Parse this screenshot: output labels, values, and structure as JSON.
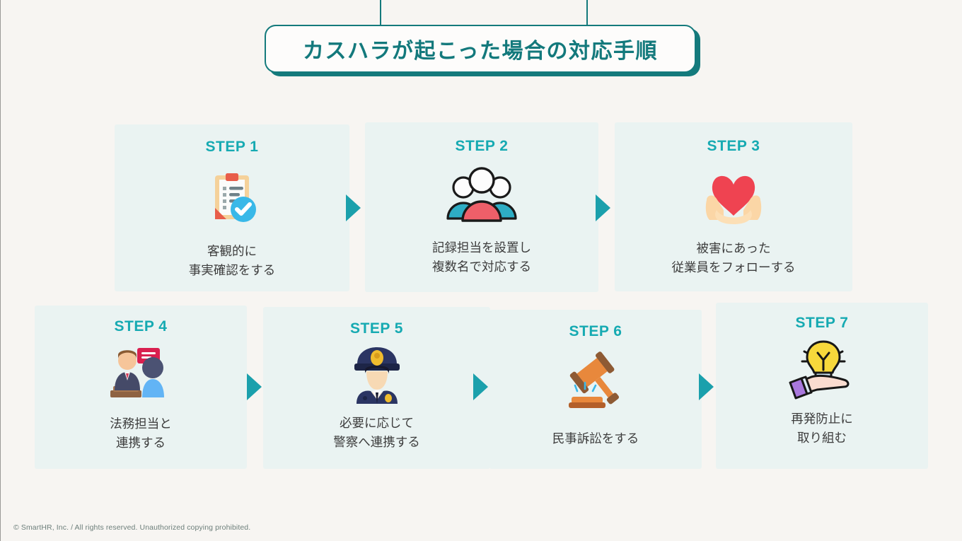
{
  "page": {
    "background_color": "#f7f5f2",
    "footer": "© SmartHR, Inc. / All rights reserved. Unauthorized copying prohibited."
  },
  "banner": {
    "title": "カスハラが起こった場合の対応手順",
    "border_color": "#147a7c",
    "text_color": "#13797c"
  },
  "theme": {
    "card_background": "#eaf3f2",
    "step_label_color": "#16aab2",
    "caption_color": "#3d3d3d",
    "arrow_color": "#1ba0ac"
  },
  "steps": [
    {
      "label": "STEP 1",
      "icon": "clipboard-check-icon",
      "caption": "客観的に\n事実確認をする"
    },
    {
      "label": "STEP 2",
      "icon": "people-group-icon",
      "caption": "記録担当を設置し\n複数名で対応する"
    },
    {
      "label": "STEP 3",
      "icon": "heart-in-hands-icon",
      "caption": "被害にあった\n従業員をフォローする"
    },
    {
      "label": "STEP 4",
      "icon": "consultation-icon",
      "caption": "法務担当と\n連携する"
    },
    {
      "label": "STEP 5",
      "icon": "police-officer-icon",
      "caption": "必要に応じて\n警察へ連携する"
    },
    {
      "label": "STEP 6",
      "icon": "gavel-icon",
      "caption": "民事訴訟をする"
    },
    {
      "label": "STEP 7",
      "icon": "lightbulb-hand-icon",
      "caption": "再発防止に\n取り組む"
    }
  ]
}
